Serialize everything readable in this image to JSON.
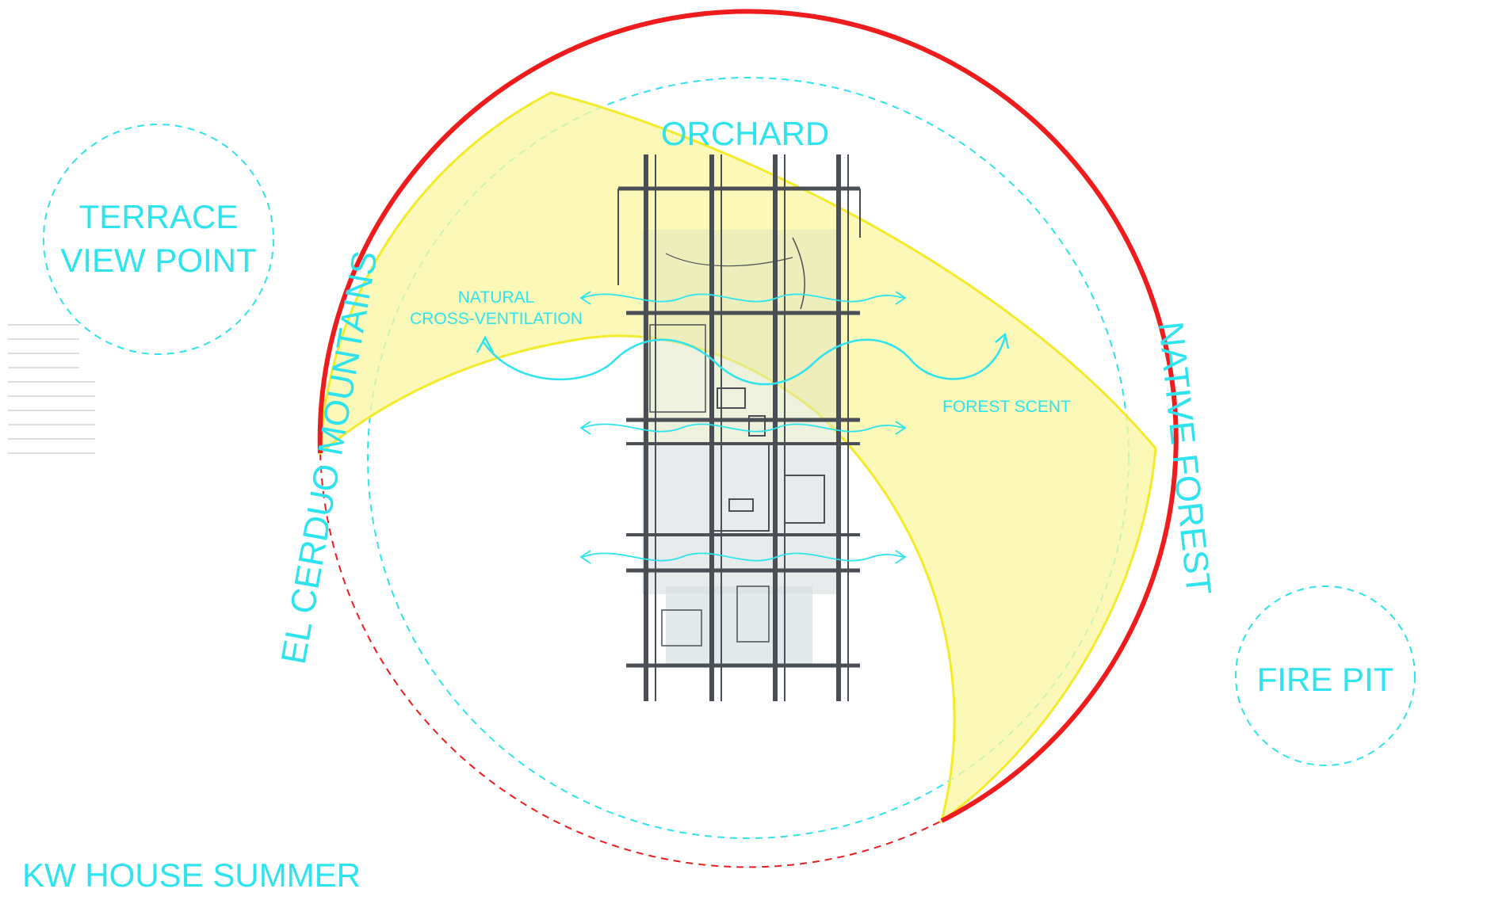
{
  "title": "KW HOUSE SUMMER",
  "labels": {
    "orchard": "ORCHARD",
    "terrace_line1": "TERRACE",
    "terrace_line2": "VIEW POINT",
    "mountains": "EL CERDUO MOUNTAINS",
    "native_forest": "NATIVE FOREST",
    "fire_pit": "FIRE PIT",
    "ventilation_line1": "NATURAL",
    "ventilation_line2": "CROSS-VENTILATION",
    "forest_scent": "FOREST SCENT"
  },
  "colors": {
    "accent_cyan": "#2fe3ee",
    "boundary_red": "#ee1c1c",
    "sun_fill": "#fbf6a4",
    "sun_stroke": "#f3ea2a",
    "structure": "#4a4f55"
  },
  "icons": {
    "airflow": "wave-arrow-icon",
    "plan": "floor-plan-drawing"
  }
}
